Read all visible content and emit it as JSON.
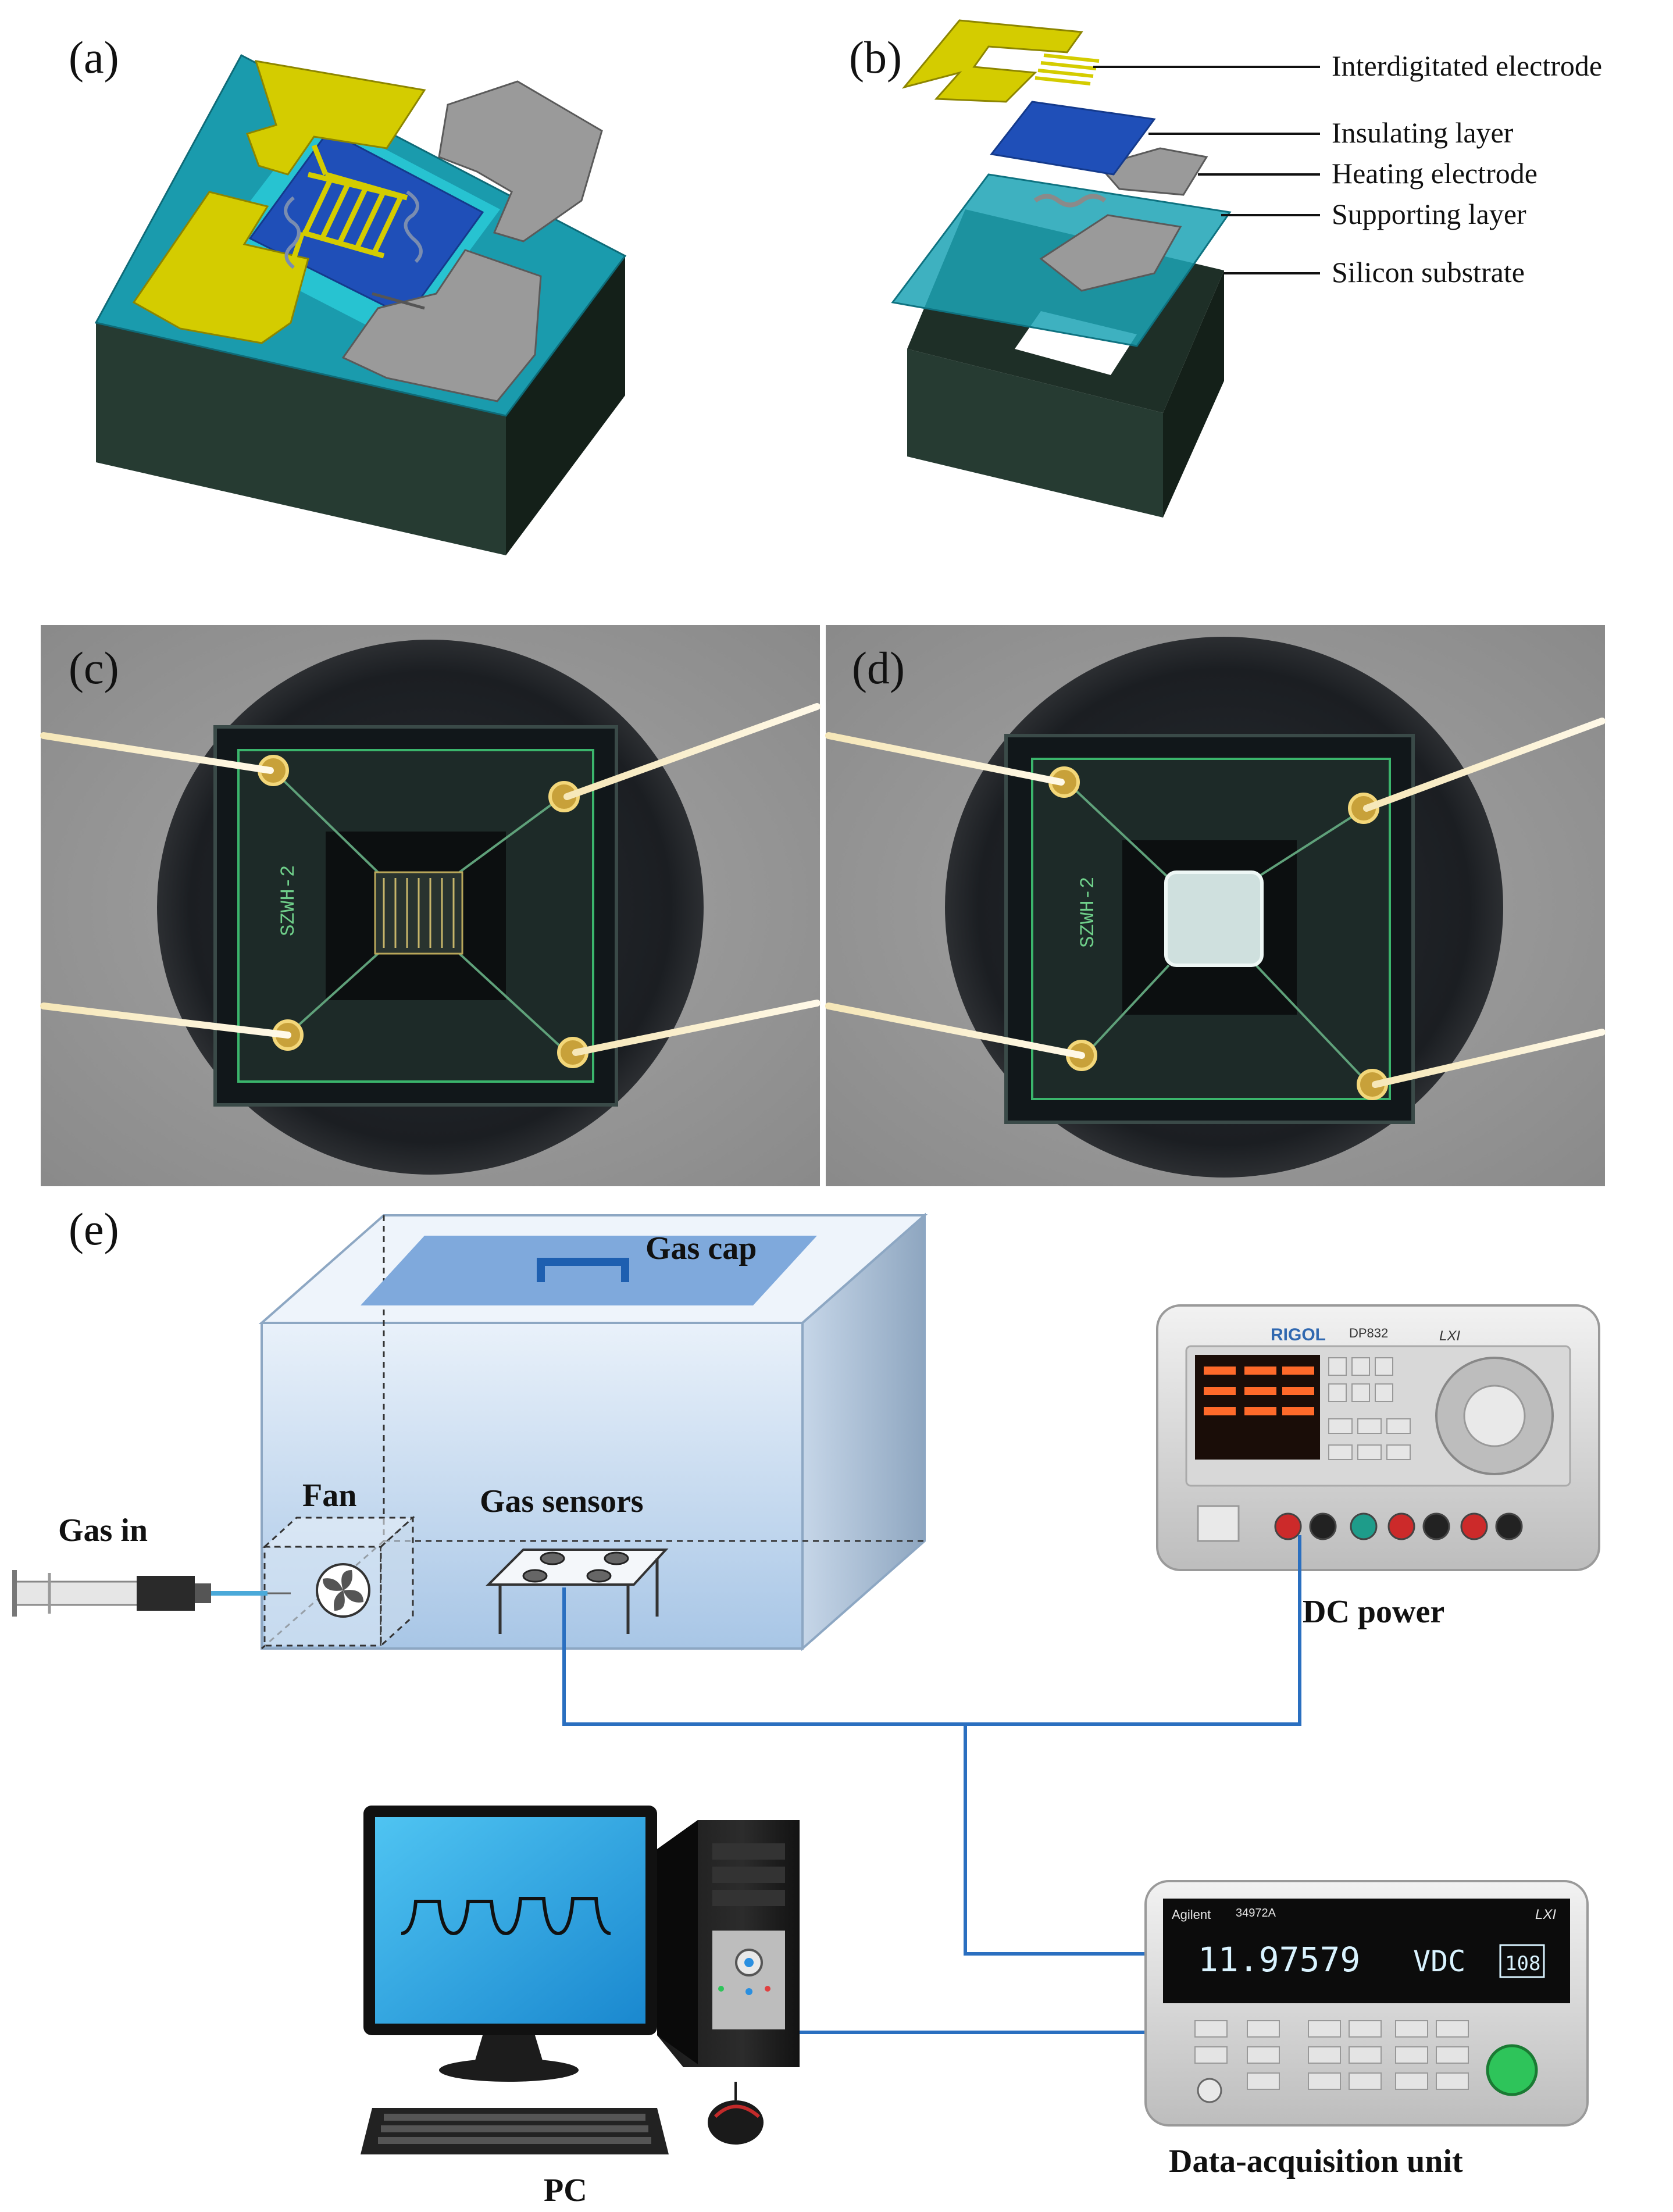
{
  "panels": {
    "a": {
      "label": "(a)"
    },
    "b": {
      "label": "(b)",
      "layers": [
        "Interdigitated electrode",
        "Insulating layer",
        "Heating electrode",
        "Supporting layer",
        "Silicon substrate"
      ]
    },
    "c": {
      "label": "(c)",
      "chip_marking": "SZWH-2"
    },
    "d": {
      "label": "(d)",
      "chip_marking": "SZWH-2"
    },
    "e": {
      "label": "(e)",
      "gas_cap": "Gas cap",
      "fan": "Fan",
      "gas_in": "Gas in",
      "gas_sensors": "Gas sensors",
      "dc_power": "DC power",
      "pc": "PC",
      "daq": "Data-acquisition unit",
      "rigol_brand": "RIGOL",
      "rigol_model": "DP832",
      "lxi": "LXI",
      "agilent_brand": "Agilent",
      "agilent_model": "34972A",
      "daq_reading": "11.97579",
      "daq_unit": "VDC",
      "daq_channel": "108"
    }
  },
  "colors": {
    "gold_electrode": "#d4cc00",
    "grey_electrode": "#9a9a9a",
    "insulating_blue": "#1f4fb8",
    "supporting_cyan": "#1ca3b5",
    "substrate_dark": "#24372f",
    "wire_blue": "#2a6fc0",
    "chamber_blue": "#c9dcef"
  }
}
